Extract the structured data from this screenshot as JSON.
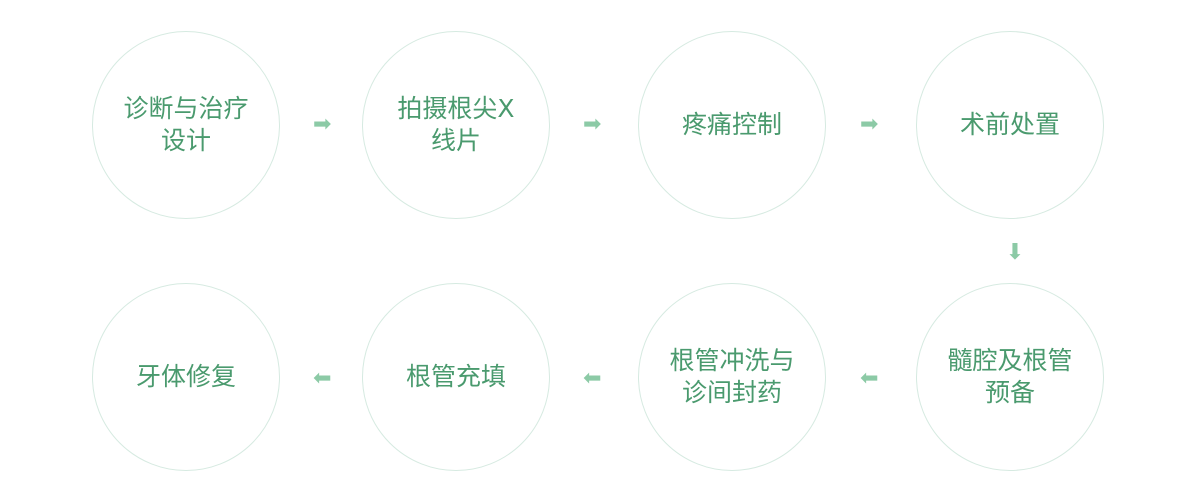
{
  "steps": [
    {
      "label": "诊断与治疗设计"
    },
    {
      "label": "拍摄根尖X线片"
    },
    {
      "label": "疼痛控制"
    },
    {
      "label": "术前处置"
    },
    {
      "label": "髓腔及根管预备"
    },
    {
      "label": "根管冲洗与诊间封药"
    },
    {
      "label": "根管充填"
    },
    {
      "label": "牙体修复"
    }
  ],
  "colors": {
    "text": "#4a9a6e",
    "arrow": "#8ccaa6",
    "circle_border": "#d6eae1"
  }
}
